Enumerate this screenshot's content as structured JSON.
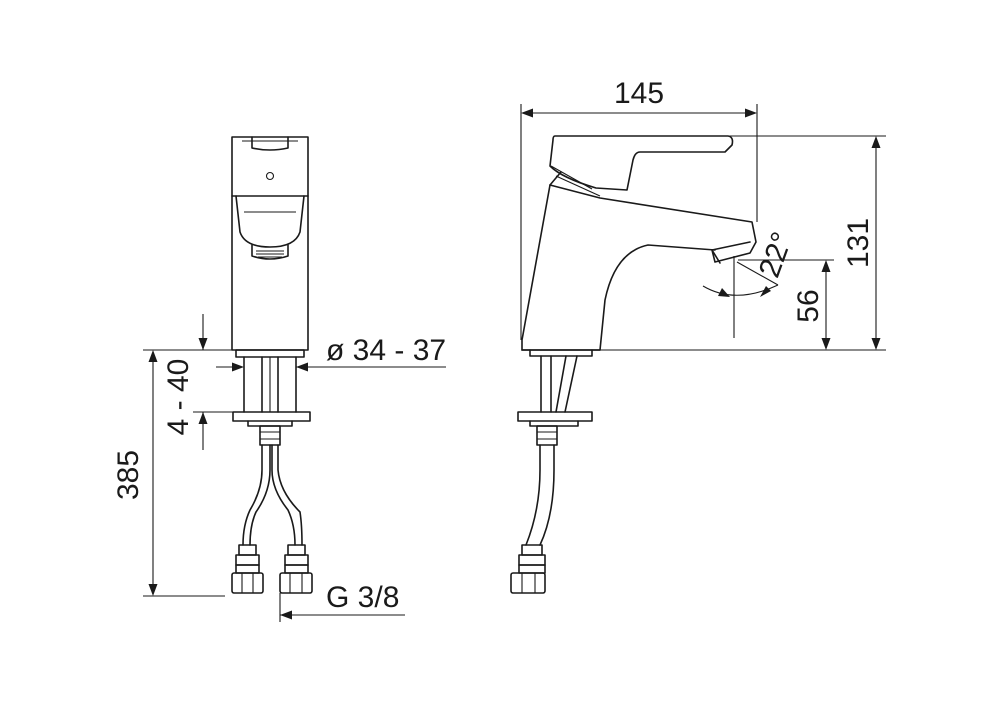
{
  "dimensions": {
    "width_total": "145",
    "height_total": "131",
    "spout_height": "56",
    "spout_angle": "22°",
    "hole_diameter": "ø 34 - 37",
    "deck_thickness": "4 - 40",
    "hose_length": "385",
    "connection_thread": "G 3/8"
  },
  "colors": {
    "line": "#1a1a1a",
    "background": "#ffffff"
  }
}
